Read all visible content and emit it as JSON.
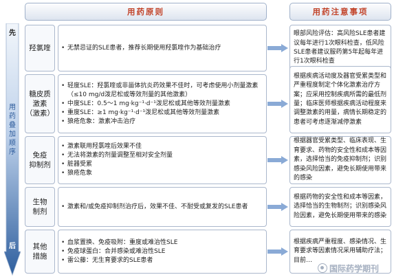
{
  "headers": {
    "principle": "用药原则",
    "notes": "用药注意事项"
  },
  "arrow": {
    "top": "先",
    "middle": "用\n药\n叠\n加\n顺\n序",
    "bottom": "后"
  },
  "rows": [
    {
      "name": "羟氯喹",
      "bullets": [
        "无禁忌证的SLE患者，推荐长期使用羟氯喹作为基础治疗"
      ],
      "note": "眼部风险评估：高风险SLE患者建议每年进行1次眼科检查，低风险SLE患者建议服药第5年起每年进行1次眼科检查"
    },
    {
      "name": "糖皮质\n激素\n（激素）",
      "bullets": [
        "轻度SLE：羟氯喹或非甾体抗炎药效果不佳时，可考虑使用小剂量激素（≤10 mg/d泼尼松或等效剂量的其他激素）",
        "中度SLE：0.5～1 mg·kg⁻¹·d⁻¹泼尼松或其他等效剂量激素",
        "重度SLE：≥1 mg·kg⁻¹·d⁻¹泼尼松或其他等效剂量激素",
        "狼疮危象：激素冲击治疗"
      ],
      "note": "根据疾病活动度及器官受累类型和严重程度制定个体化激素治疗方案；应采用控制疾病所需的最低剂量；临床医师根据疾病活动程度来调整激素的用量，病情长期稳定的患者可考虑逐渐减停激素"
    },
    {
      "name": "免疫\n抑制剂",
      "bullets": [
        "激素联用羟氯喹后效果不佳",
        "无法将激素的剂量调整至相对安全剂量",
        "脏器受累",
        "狼疮危象"
      ],
      "note": "根据器官受累类型、临床表现、生育要求、药物的安全性和成本等因素，选择恰当的免疫抑制剂；识别感染风险因素，避免长期使用带来的感染"
    },
    {
      "name": "生物\n制剂",
      "bullets": [
        "激素和/或免疫抑制剂治疗后，效果不佳、不耐受或复发的SLE患者"
      ],
      "note": "根据药物的安全性和成本等因素，选择恰当的生物制剂；识别感染风险因素，避免长期使用带来的感染"
    },
    {
      "name": "其他\n措施",
      "bullets": [
        "血浆置换、免疫吸附：重度或难治性SLE",
        "免疫球蛋白：合并感染或难治性SLE",
        "雷公藤：无生育要求的SLE患者"
      ],
      "note": "根据疾病严重程度、感染情况、生育要求等因素情况采用辅助疗法；目前…"
    }
  ],
  "watermark": "国际药学期刊",
  "colors": {
    "header_text": "#c2442a",
    "border": "#aab7cc",
    "arrow_blue": "#2c5a9a",
    "connector": "#8aaad6"
  }
}
